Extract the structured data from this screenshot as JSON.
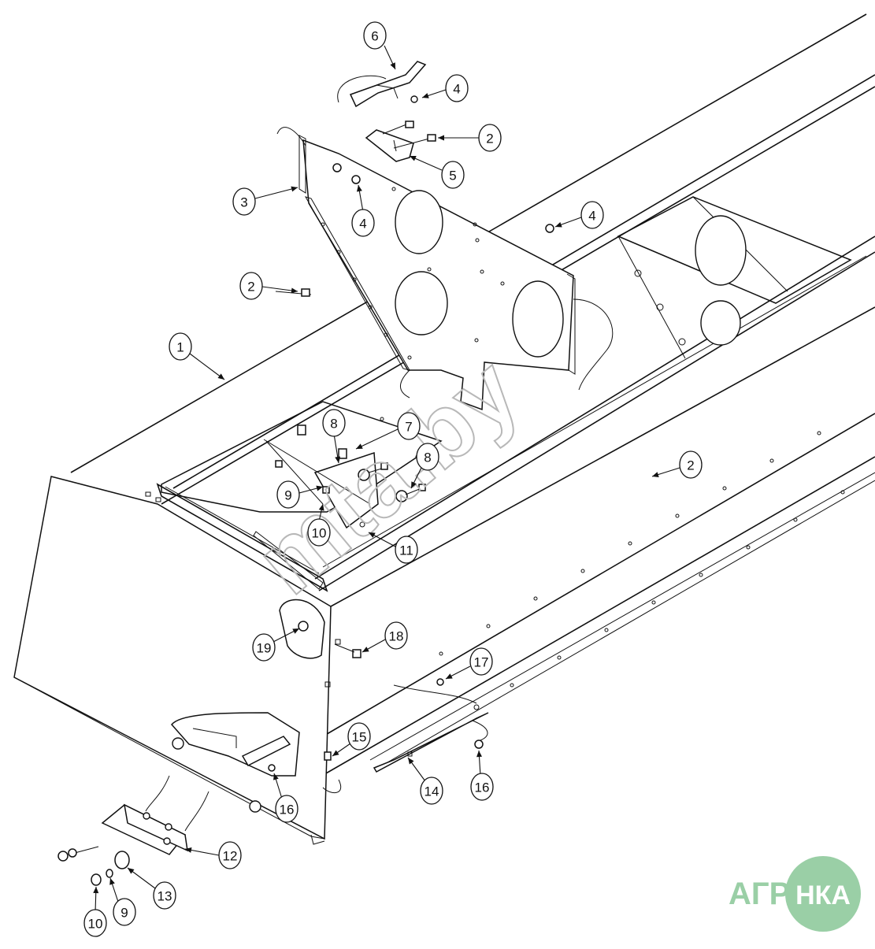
{
  "diagram": {
    "callouts": [
      {
        "id": "c6",
        "label": "6"
      },
      {
        "id": "c4a",
        "label": "4"
      },
      {
        "id": "c2a",
        "label": "2"
      },
      {
        "id": "c5",
        "label": "5"
      },
      {
        "id": "c3",
        "label": "3"
      },
      {
        "id": "c4b",
        "label": "4"
      },
      {
        "id": "c4c",
        "label": "4"
      },
      {
        "id": "c2b",
        "label": "2"
      },
      {
        "id": "c1",
        "label": "1"
      },
      {
        "id": "c8a",
        "label": "8"
      },
      {
        "id": "c7",
        "label": "7"
      },
      {
        "id": "c8b",
        "label": "8"
      },
      {
        "id": "c9a",
        "label": "9"
      },
      {
        "id": "c10a",
        "label": "10"
      },
      {
        "id": "c11",
        "label": "11"
      },
      {
        "id": "c2c",
        "label": "2"
      },
      {
        "id": "c19",
        "label": "19"
      },
      {
        "id": "c18",
        "label": "18"
      },
      {
        "id": "c17",
        "label": "17"
      },
      {
        "id": "c15",
        "label": "15"
      },
      {
        "id": "c14",
        "label": "14"
      },
      {
        "id": "c16a",
        "label": "16"
      },
      {
        "id": "c16b",
        "label": "16"
      },
      {
        "id": "c12",
        "label": "12"
      },
      {
        "id": "c13",
        "label": "13"
      },
      {
        "id": "c9b",
        "label": "9"
      },
      {
        "id": "c10b",
        "label": "10"
      }
    ]
  },
  "watermark": {
    "text": "mta.by"
  },
  "logo": {
    "text_left": "АГРО",
    "text_badge": "НКА",
    "accent_color": "#9acfa6"
  }
}
